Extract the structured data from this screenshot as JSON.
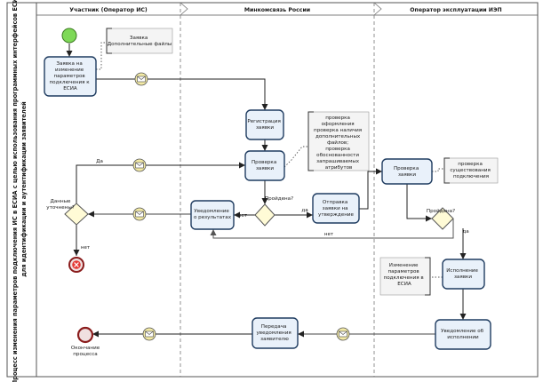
{
  "pool": {
    "title_line1": "Процесс изменения параметров подключения ИС в ЕСИА с целью использования программных интерфейсов ЕСИА",
    "title_line2": "для идентификации и аутентификации заявителей"
  },
  "lanes": [
    {
      "label": "Участник (Оператор ИС)"
    },
    {
      "label": "Минкомсвязь России"
    },
    {
      "label": "Оператор эксплуатации ИЭП"
    }
  ],
  "tasks": {
    "request": [
      "Заявка на",
      "изменение",
      "параметров",
      "подключения к",
      "ЕСИА"
    ],
    "register": [
      "Регистрация",
      "заявки"
    ],
    "check_min": [
      "Проверка",
      "заявки"
    ],
    "notify_result": [
      "Уведомление",
      "о результатах"
    ],
    "send_approval": [
      "Отправка",
      "заявки на",
      "утверждение"
    ],
    "check_op": [
      "Проверка",
      "заявки"
    ],
    "execute": [
      "Исполнение",
      "заявки"
    ],
    "notify_done": [
      "Уведомление об",
      "исполнении"
    ],
    "forward": [
      "Передача",
      "уведомления",
      "заявителю"
    ]
  },
  "annotations": {
    "request_files": [
      "Заявка",
      "Дополнительные файлы"
    ],
    "min_checks": [
      "проверка",
      "оформления",
      "проверка наличия",
      "дополнительных",
      "файлов;",
      "проверка",
      "обоснованности",
      "запрашиваемых",
      "атрибутов"
    ],
    "op_checks": [
      "проверка",
      "существования",
      "подключения"
    ],
    "exec_note": [
      "Изменение",
      "параметров",
      "подключения в",
      "ЕСИА"
    ]
  },
  "gateways": {
    "data_clarify": [
      "Данные",
      "уточнены?"
    ],
    "passed_min": "Пройдена?",
    "passed_op": "Пройдена?"
  },
  "flow_labels": {
    "yes": "да",
    "no": "нет",
    "yes_short": "Да"
  },
  "events": {
    "end_label": [
      "Окончание",
      "процесса"
    ]
  },
  "colors": {
    "task_fill": "#e9f1fa",
    "task_stroke": "#1f3c60",
    "start": "#7ed957",
    "end_fill": "#f0e0e0",
    "end_stroke": "#8a1c1c",
    "err_fill": "#e53935",
    "message": "#f3eaa5"
  },
  "icons": [
    "message-envelope-icon",
    "start-event-icon",
    "end-event-icon",
    "error-end-event-icon",
    "gateway-icon"
  ]
}
